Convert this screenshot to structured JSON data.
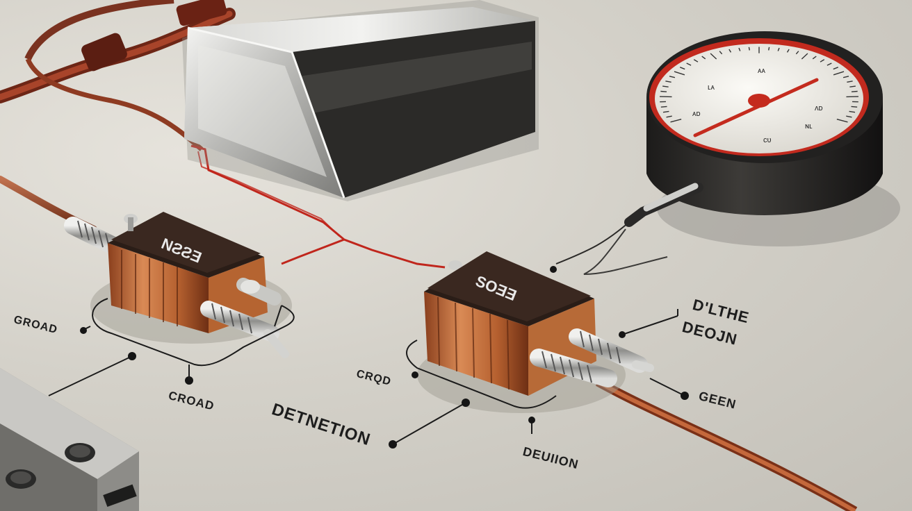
{
  "illustration": {
    "left_component": {
      "chip_text": "NƧƧƎ"
    },
    "right_component": {
      "chip_text": "SOƎƎ"
    },
    "labels": {
      "left_ground": "GROAD",
      "left_under": "CROAD",
      "detention": "DETNETION",
      "right_ground": "CRQD",
      "deuion": "DEUIION",
      "detection_title_line1": "D'LTHE",
      "detection_title_line2": "DEOJN",
      "geen": "GEEN"
    },
    "gauge": {
      "ticks": [
        "ᴀᴀ",
        "ʟᴀ",
        "ᴀᴅ",
        "ᴧᴅ",
        "ɴʟ",
        "ᴄᴜ"
      ]
    }
  }
}
